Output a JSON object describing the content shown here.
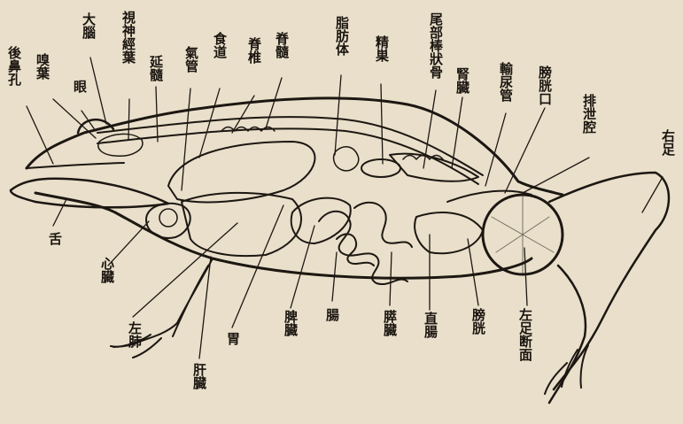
{
  "title": "",
  "labels": {
    "posterior_nostril": "後鼻孔",
    "olfactory_lobe": "嗅葉",
    "cerebrum": "大腦",
    "eye": "眼",
    "optic_nerve_leaf": "視神經葉",
    "medulla": "延髓",
    "trachea": "氣管",
    "esophagus": "食道",
    "vertebra": "脊椎",
    "spinal_cord": "脊髓",
    "fat_body": "脂肪体",
    "testis": "精巣",
    "urostyle": "尾部棒狀骨",
    "kidney": "腎臓",
    "ureter": "輸尿管",
    "bladder_opening": "膀胱口",
    "cloaca": "排泄腔",
    "right_leg": "右足",
    "tongue": "舌",
    "heart": "心臓",
    "left_lung": "左肺",
    "liver": "肝臓",
    "stomach": "胃",
    "spleen": "脾臓",
    "intestine": "腸",
    "pancreas": "膵臓",
    "rectum": "直腸",
    "bladder": "膀胱",
    "left_leg_section": "左足断面"
  }
}
